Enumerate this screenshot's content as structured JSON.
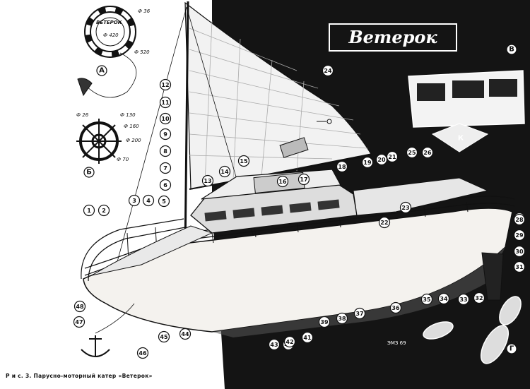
{
  "logo": {
    "text": "Ветерок"
  },
  "caption": "Р и с. 3. Парусно-моторный катер «Ветерок»",
  "signature": "ЭМЗ 69",
  "lifebuoy": {
    "label": "ВЕТЕРОК",
    "dim_inner": "Ф 420",
    "dim_outer": "Ф 520",
    "dim_tag": "Ф 36"
  },
  "wheel": {
    "dims": [
      "Ф 26",
      "Ф 130",
      "Ф 160",
      "Ф 200",
      "Ф 70"
    ]
  },
  "view_letters": [
    "А",
    "Б",
    "В",
    "Г",
    "К"
  ],
  "callouts": [
    "1",
    "2",
    "3",
    "4",
    "5",
    "6",
    "7",
    "8",
    "9",
    "10",
    "11",
    "12",
    "13",
    "14",
    "15",
    "16",
    "17",
    "18",
    "19",
    "20",
    "21",
    "22",
    "23",
    "24",
    "25",
    "26",
    "27",
    "28",
    "29",
    "30",
    "31",
    "32",
    "33",
    "34",
    "35",
    "36",
    "37",
    "38",
    "39",
    "40",
    "41",
    "42",
    "43",
    "44",
    "45",
    "46",
    "47",
    "48"
  ],
  "colors": {
    "ink": "#111111",
    "black_panel": "#141414",
    "paper": "#ffffff"
  }
}
